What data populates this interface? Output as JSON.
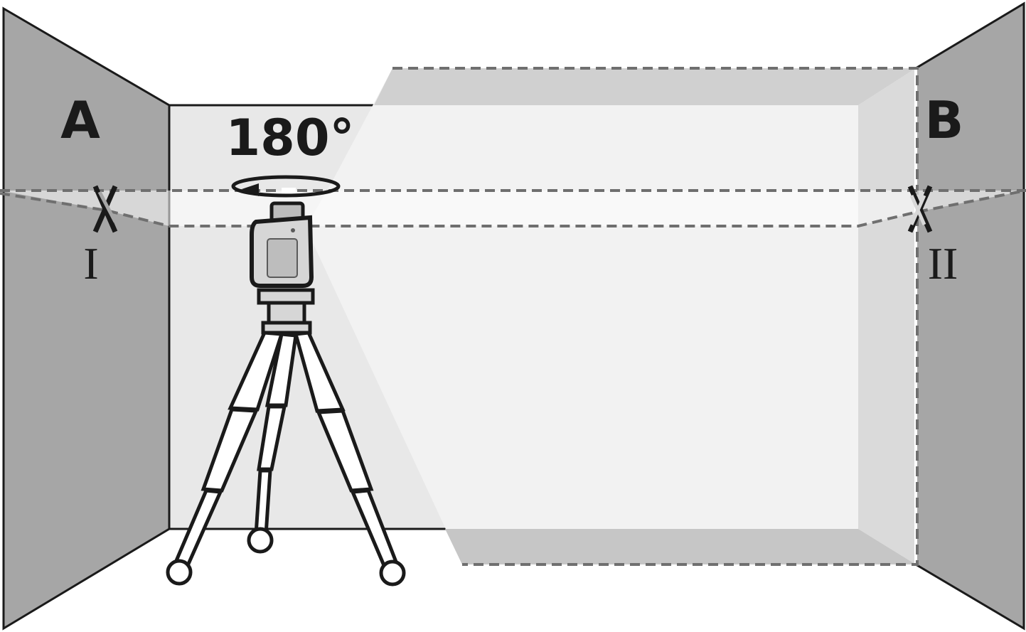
{
  "labels": {
    "wall_a": "A",
    "wall_b": "B",
    "rotation": "180°",
    "mark_one": "I",
    "mark_two": "II"
  },
  "colors": {
    "wall_side": "#a6a6a6",
    "wall_back": "#e8e8e8",
    "projection": "#cdcdcd",
    "laser_line": "#6f6f6f",
    "outline": "#1a1a1a"
  }
}
